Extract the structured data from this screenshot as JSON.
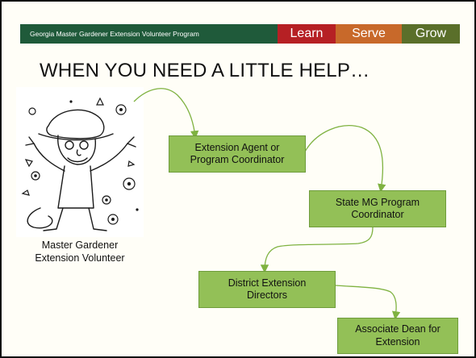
{
  "header": {
    "program_name": "Georgia Master Gardener Extension Volunteer Program",
    "tags": [
      "Learn",
      "Serve",
      "Grow"
    ],
    "colors": {
      "program": "#1f5a3a",
      "learn": "#b62024",
      "serve": "#c8692a",
      "grow": "#5a6f2a"
    }
  },
  "title": "WHEN YOU NEED A LITTLE HELP…",
  "volunteer": {
    "caption": "Master Gardener\nExtension Volunteer",
    "illustration": "gardener-cartoon"
  },
  "steps": [
    "Extension Agent or\nProgram Coordinator",
    "State MG Program\nCoordinator",
    "District Extension\nDirectors",
    "Associate Dean for\nExtension"
  ],
  "colors": {
    "box_fill": "#93c057",
    "connector": "#7fb241",
    "background": "#fffef7"
  }
}
